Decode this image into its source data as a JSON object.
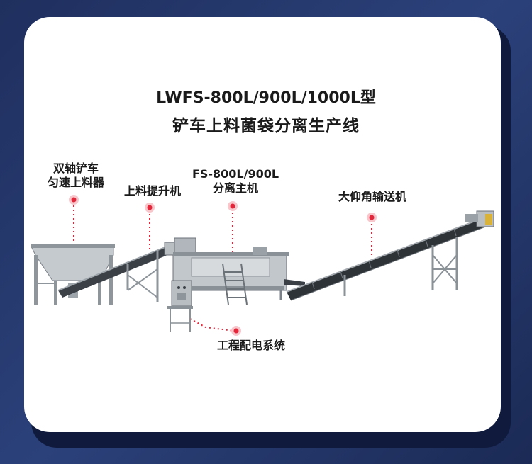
{
  "title": {
    "line1": "LWFS-800L/900L/1000L型",
    "line2": "铲车上料菌袋分离生产线"
  },
  "labels": {
    "feeder_line1": "双轴铲车",
    "feeder_line2": "匀速上料器",
    "elevator": "上料提升机",
    "separator_line1": "FS-800L/900L",
    "separator_line2": "分离主机",
    "conveyor": "大仰角输送机",
    "electric": "工程配电系统"
  },
  "colors": {
    "marker": "#e3263a",
    "machine": "#b9bec3",
    "machine_dark": "#5f666d",
    "belt": "#2e3338"
  }
}
